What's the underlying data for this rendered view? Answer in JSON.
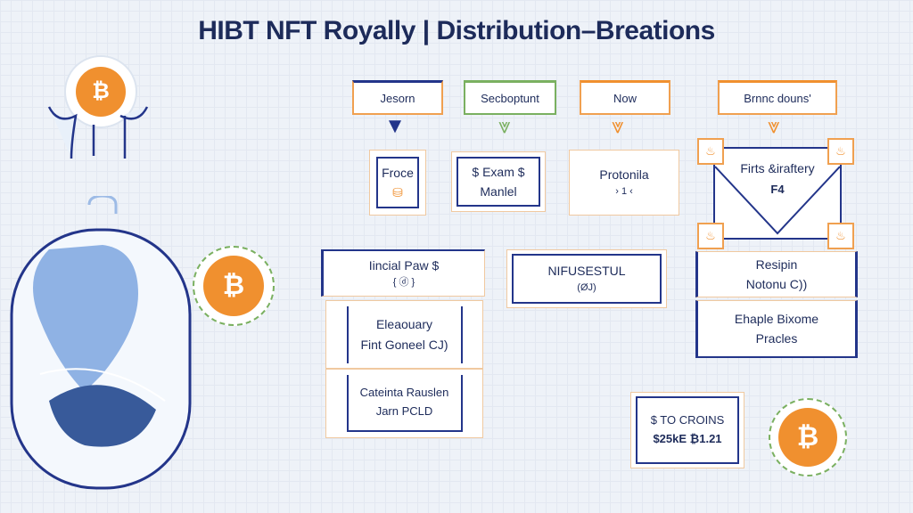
{
  "title": "HIBT NFT Royally | Distribution–Breations",
  "headers": [
    {
      "label": "Jesorn",
      "color": "#23358a"
    },
    {
      "label": "Secboptunt",
      "color": "#7ab060"
    },
    {
      "label": "Now",
      "color": "#f0902f"
    },
    {
      "label": "Brnnc douns'",
      "color": "#f0902f"
    }
  ],
  "row2": {
    "froce": "Froce",
    "exam_line1": "$ Exam $",
    "exam_line2": "Manlel",
    "protonila": "Protonila",
    "protonila_sub": "› 1 ‹",
    "envelope": "Firts &iraftery",
    "envelope_sub": "F4"
  },
  "row3": {
    "iincial_line1": "Iincial Paw $",
    "iincial_line2": "{ ⓓ }",
    "elecouary_line1": "Eleaouary",
    "elecouary_line2": "Fint Goneel CJ)",
    "calentinal_line1": "Cateinta Rauslen",
    "calentinal_line2": "Jarn PCLD",
    "nifusestul_line1": "NIFUSESTUL",
    "nifusestul_line2": "(ØJ)",
    "resipin_line1": "Resipin",
    "resipin_line2": "Notonu C))",
    "ehaple_line1": "Ehaple Bixome",
    "ehaple_line2": "Pracles",
    "coins_line1": "$ TO CROINS",
    "coins_line2": "$25kE  ₿1.21"
  },
  "icons": {
    "coin": "bitcoin-icon",
    "symbol": "₿"
  },
  "colors": {
    "navy": "#23358a",
    "orange": "#f0902f",
    "green": "#7ab060"
  }
}
